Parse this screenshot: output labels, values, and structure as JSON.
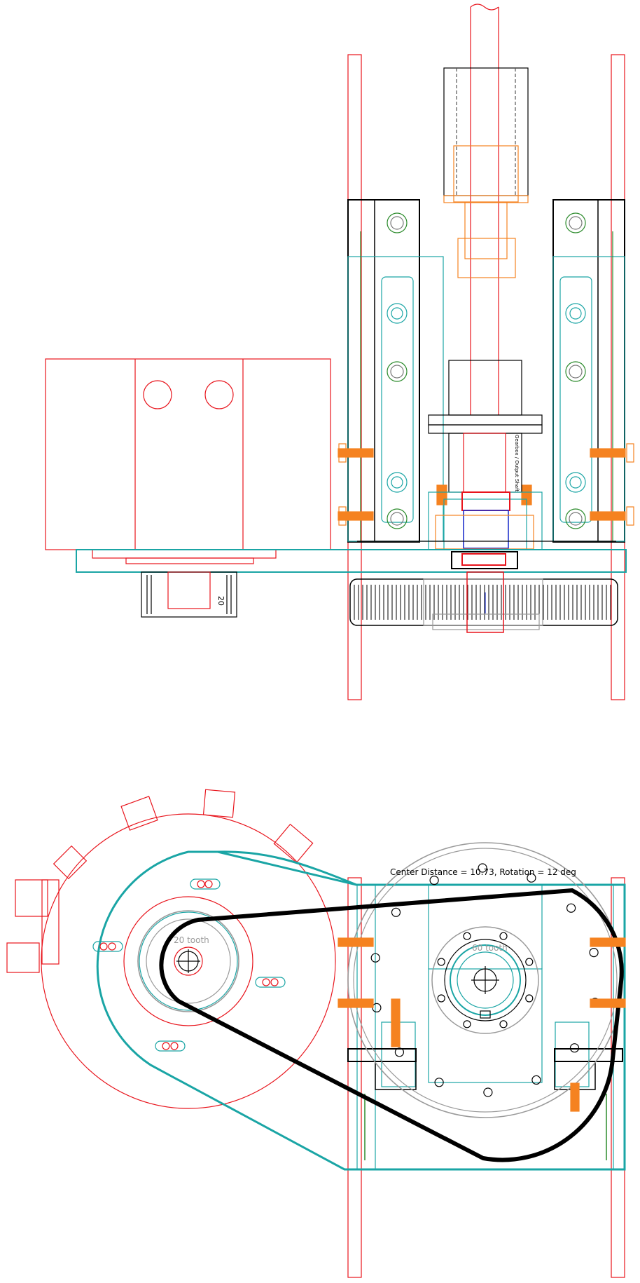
{
  "annotations": {
    "center_distance": "Center Distance = 10.73, Rotation = 12 deg",
    "large_pulley": "60 tooth",
    "small_pulley": "20 tooth",
    "pulley_side": "20",
    "vertical_note": "Gearbox / Output Shaft"
  },
  "colors": {
    "outline_red": "#e8141c",
    "plate_teal": "#1aa5a5",
    "bolt_orange": "#f58220",
    "belt_black": "#000000",
    "gray": "#9a9a9a",
    "green": "#2a8a2a",
    "blue": "#2233cc"
  }
}
